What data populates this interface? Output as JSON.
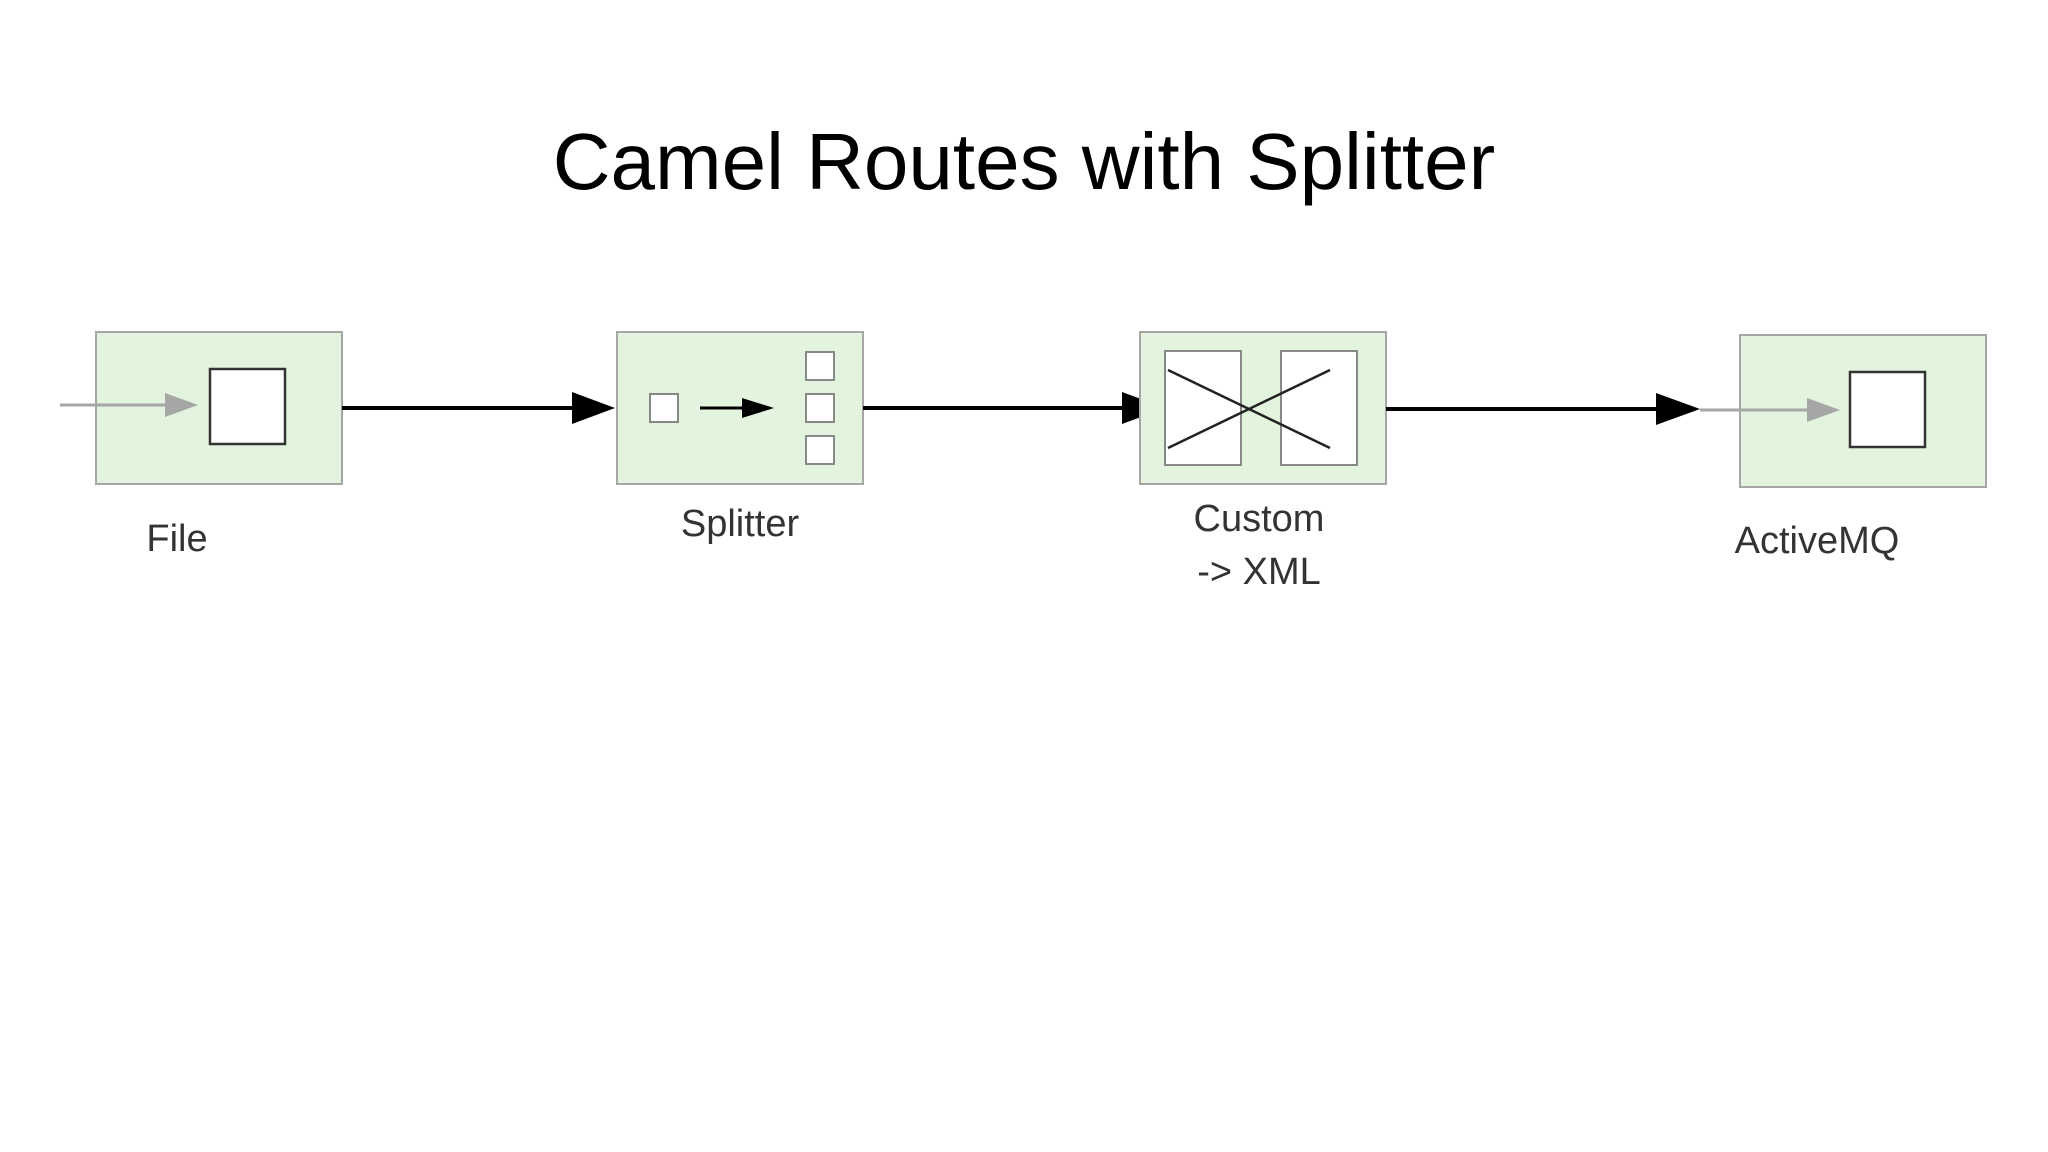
{
  "title": "Camel Routes with Splitter",
  "colors": {
    "node_fill": "#e2f4dd",
    "node_stroke": "#a6a6a6",
    "arrow": "#000000",
    "endpoint_arrow": "#a6a6a6",
    "text": "#333333"
  },
  "nodes": [
    {
      "id": "file",
      "label": "File",
      "icon": "message-endpoint-icon"
    },
    {
      "id": "splitter",
      "label": "Splitter",
      "icon": "splitter-icon"
    },
    {
      "id": "custom",
      "label_lines": [
        "Custom",
        "-> XML"
      ],
      "icon": "message-translator-icon"
    },
    {
      "id": "activemq",
      "label": "ActiveMQ",
      "icon": "message-endpoint-icon"
    }
  ]
}
